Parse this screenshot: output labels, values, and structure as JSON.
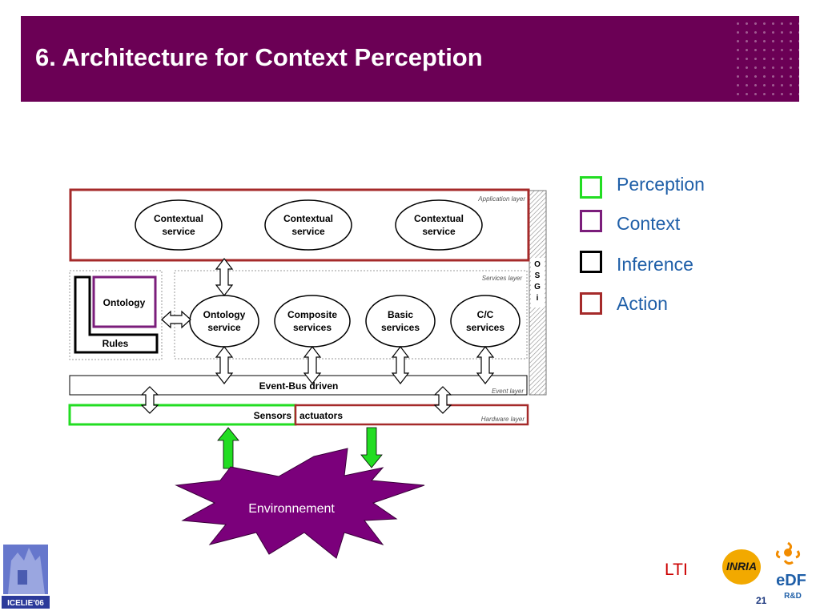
{
  "slide": {
    "title": "6. Architecture for Context Perception",
    "page_number": "21",
    "lti_label": "LTI"
  },
  "legend": [
    {
      "label": "Perception",
      "color": "#22dd22"
    },
    {
      "label": "Context",
      "color": "#7b1d7b"
    },
    {
      "label": "Inference",
      "color": "#000000"
    },
    {
      "label": "Action",
      "color": "#a52a2a"
    }
  ],
  "diagram": {
    "application_layer_label": "Application layer",
    "services_layer_label": "Services layer",
    "event_layer_label": "Event layer",
    "hardware_layer_label": "Hardware layer",
    "osgi_letters": [
      "O",
      "S",
      "G",
      "i"
    ],
    "contextual_services": [
      {
        "line1": "Contextual",
        "line2": "service"
      },
      {
        "line1": "Contextual",
        "line2": "service"
      },
      {
        "line1": "Contextual",
        "line2": "service"
      }
    ],
    "services": [
      {
        "line1": "Ontology",
        "line2": "service"
      },
      {
        "line1": "Composite",
        "line2": "services"
      },
      {
        "line1": "Basic",
        "line2": "services"
      },
      {
        "line1": "C/C",
        "line2": "services"
      }
    ],
    "ontology_label": "Ontology",
    "rules_label": "Rules",
    "event_bus_label": "Event-Bus driven",
    "sensors_label": "Sensors",
    "actuators_label": "actuators",
    "environment_label": "Environnement"
  },
  "logos": {
    "icelie": "ICELIE'06",
    "inria": "INRIA",
    "edf": "eDF",
    "edf_sub": "R&D"
  },
  "colors": {
    "header": "#6b0055",
    "perception": "#22dd22",
    "context": "#7b1d7b",
    "inference": "#000000",
    "action": "#a52a2a",
    "environment": "#7b007b"
  }
}
